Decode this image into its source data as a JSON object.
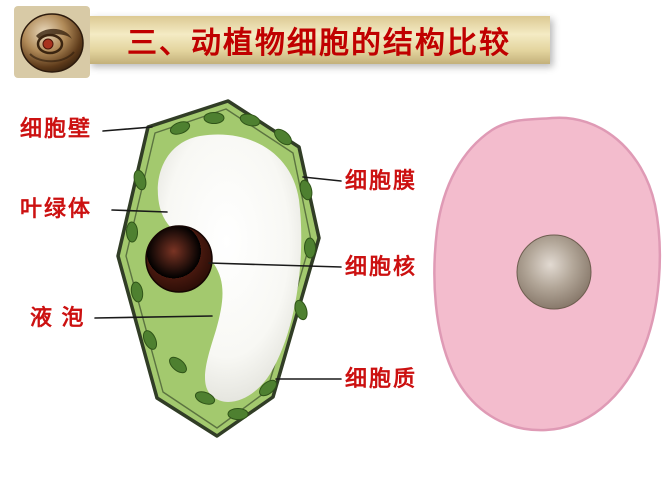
{
  "title": {
    "text": "三、动植物细胞的结构比较"
  },
  "labels": {
    "cell_wall": "细胞壁",
    "chloroplast": "叶绿体",
    "vacuole": "液 泡",
    "cell_membrane": "细胞膜",
    "nucleus": "细胞核",
    "cytoplasm": "细胞质"
  },
  "colors": {
    "background": "#ffffff",
    "title_text": "#c00000",
    "label_text": "#cc1111",
    "leader_line": "#1a1a1a",
    "plant_cytoplasm": "#a3c96e",
    "plant_wall_outline": "#313d26",
    "chloroplast_fill": "#4e8030",
    "chloroplast_outline": "#2f5418",
    "vacuole_fill": "#ffffff",
    "plant_nucleus_dark": "#2c100a",
    "animal_cell_fill": "#f3bccd",
    "animal_cell_outline": "#df9ab5",
    "animal_nucleus": "#8a796b"
  }
}
